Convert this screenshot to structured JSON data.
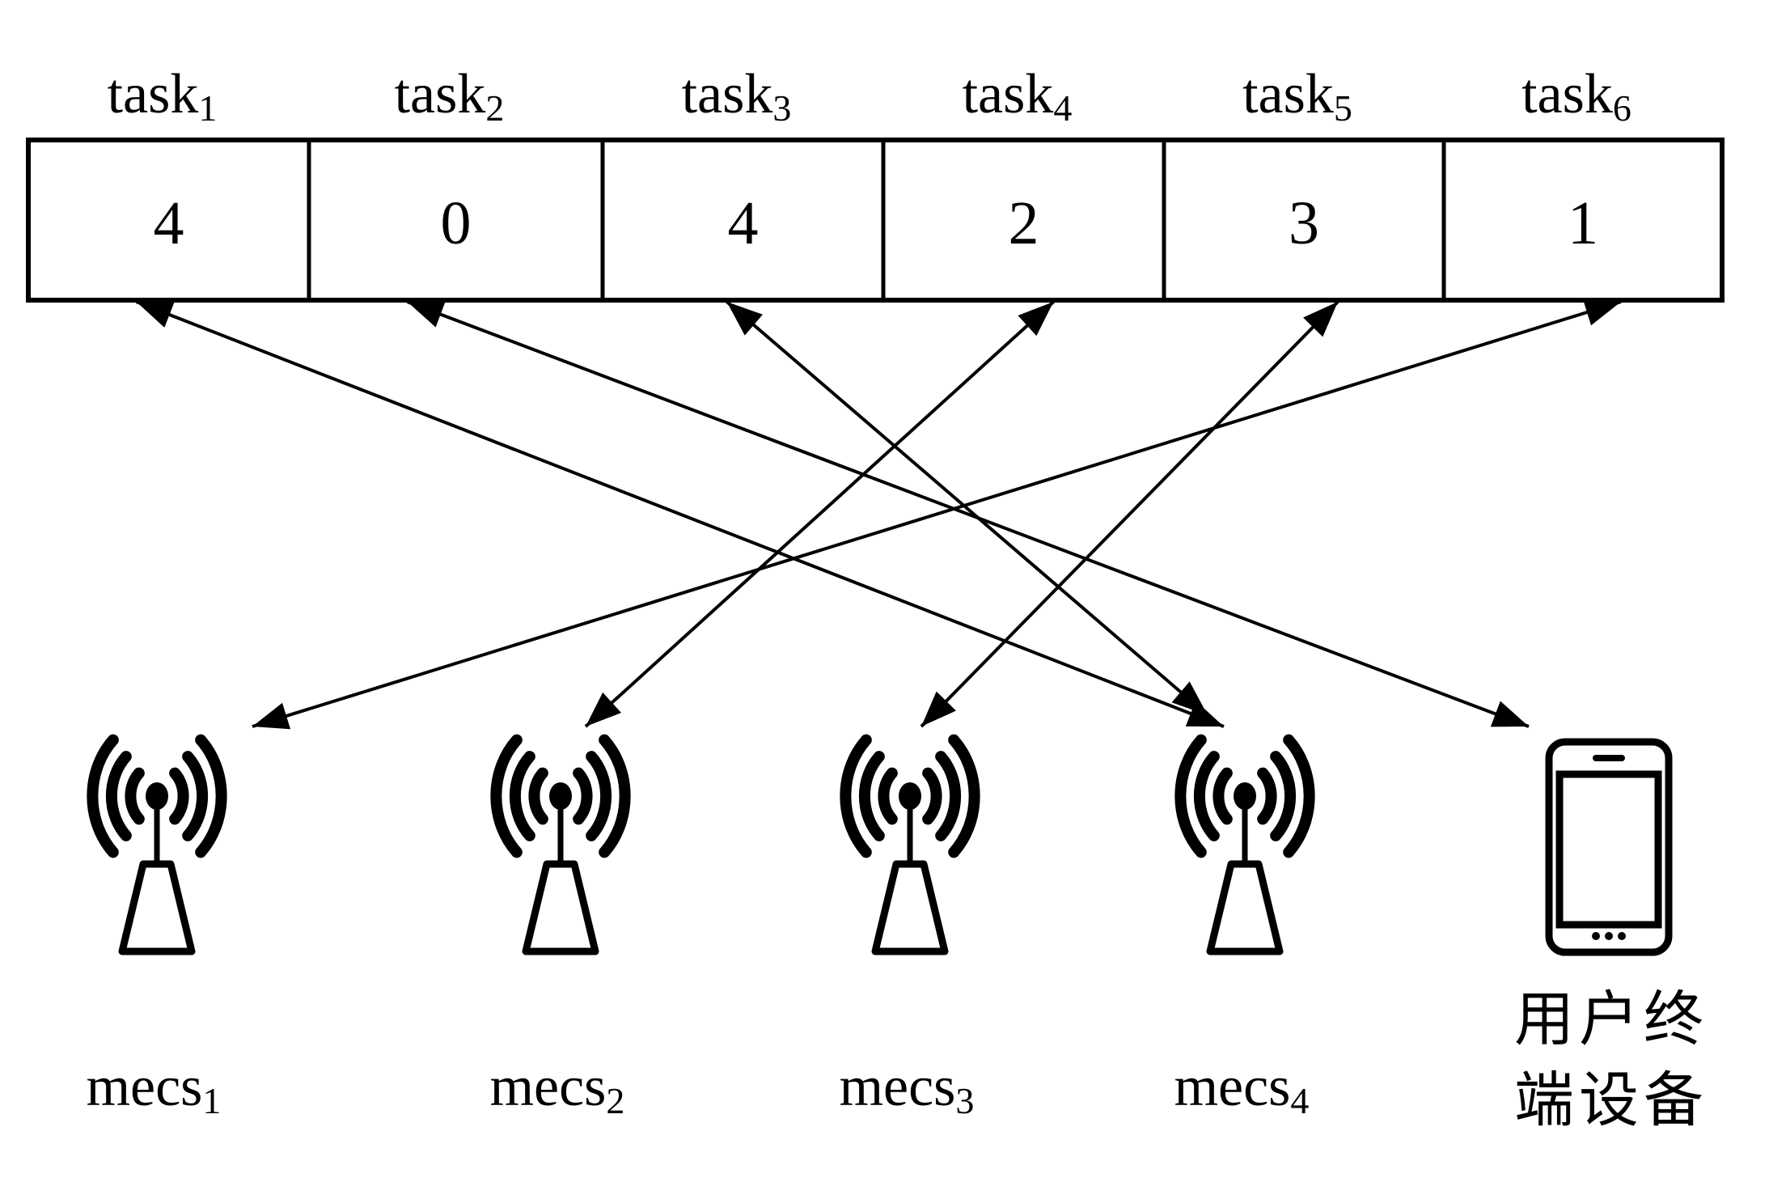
{
  "tasks": [
    {
      "name": "task",
      "index": "1",
      "value": "4"
    },
    {
      "name": "task",
      "index": "2",
      "value": "0"
    },
    {
      "name": "task",
      "index": "3",
      "value": "4"
    },
    {
      "name": "task",
      "index": "4",
      "value": "2"
    },
    {
      "name": "task",
      "index": "5",
      "value": "3"
    },
    {
      "name": "task",
      "index": "6",
      "value": "1"
    }
  ],
  "servers": [
    {
      "name": "mecs",
      "index": "1",
      "id": 1,
      "icon": "antenna-tower-icon"
    },
    {
      "name": "mecs",
      "index": "2",
      "id": 2,
      "icon": "antenna-tower-icon"
    },
    {
      "name": "mecs",
      "index": "3",
      "id": 3,
      "icon": "antenna-tower-icon"
    },
    {
      "name": "mecs",
      "index": "4",
      "id": 4,
      "icon": "antenna-tower-icon"
    }
  ],
  "device": {
    "label_line1": "用户终",
    "label_line2": "端设备",
    "id": 0,
    "icon": "smartphone-icon"
  },
  "mapping_note": "Each task value maps to a target: 0 = user terminal device, 1-4 = mecs index"
}
